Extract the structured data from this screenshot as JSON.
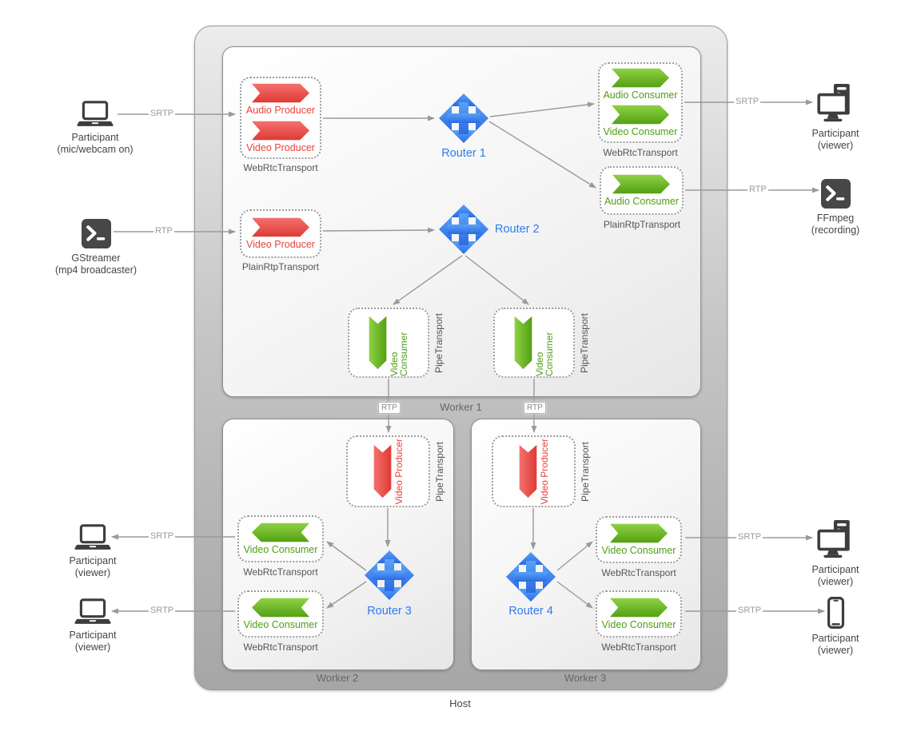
{
  "labels": {
    "host": "Host",
    "worker1": "Worker 1",
    "worker2": "Worker 2",
    "worker3": "Worker 3",
    "router1": "Router 1",
    "router2": "Router 2",
    "router3": "Router 3",
    "router4": "Router 4",
    "srtp": "SRTP",
    "rtp": "RTP"
  },
  "colors": {
    "producer_red": "#E8423E",
    "consumer_green": "#4EA015",
    "router_blue": "#2F7BF0",
    "line_gray": "#9A9A9A"
  },
  "icons": {
    "sender": "laptop-icon",
    "gstreamer": "terminal-icon",
    "viewer_top_right": "desktop-computer-icon",
    "ffmpeg": "terminal-icon",
    "viewer_left_1": "laptop-icon",
    "viewer_left_2": "laptop-icon",
    "viewer_right_desktop": "desktop-computer-icon",
    "viewer_right_phone": "smartphone-icon",
    "router": "four-way-arrow-icon",
    "producer": "producer-banner-arrow-icon",
    "consumer": "consumer-banner-arrow-icon"
  },
  "endpoints": {
    "sender": {
      "line1": "Participant",
      "line2": "(mic/webcam on)"
    },
    "gstreamer": {
      "line1": "GStreamer",
      "line2": "(mp4 broadcaster)"
    },
    "viewer_top_right": {
      "line1": "Participant",
      "line2": "(viewer)"
    },
    "ffmpeg": {
      "line1": "FFmpeg",
      "line2": "(recording)"
    },
    "viewer_left_1": {
      "line1": "Participant",
      "line2": "(viewer)"
    },
    "viewer_left_2": {
      "line1": "Participant",
      "line2": "(viewer)"
    },
    "viewer_right_desktop": {
      "line1": "Participant",
      "line2": "(viewer)"
    },
    "viewer_right_phone": {
      "line1": "Participant",
      "line2": "(viewer)"
    }
  },
  "transports": {
    "t1": {
      "caption": "WebRtcTransport",
      "items": [
        "Audio Producer",
        "Video Producer"
      ]
    },
    "t2": {
      "caption": "PlainRtpTransport",
      "items": [
        "Video Producer"
      ]
    },
    "t3": {
      "caption": "WebRtcTransport",
      "items": [
        "Audio Consumer",
        "Video Consumer"
      ]
    },
    "t4": {
      "caption": "PlainRtpTransport",
      "items": [
        "Audio Consumer"
      ]
    },
    "t5": {
      "caption": "PipeTransport",
      "items": [
        "Video Consumer"
      ]
    },
    "t6": {
      "caption": "PipeTransport",
      "items": [
        "Video Consumer"
      ]
    },
    "t7": {
      "caption": "PipeTransport",
      "items": [
        "Video Producer"
      ]
    },
    "t8": {
      "caption": "PipeTransport",
      "items": [
        "Video Producer"
      ]
    },
    "t9": {
      "caption": "WebRtcTransport",
      "items": [
        "Video Consumer"
      ]
    },
    "t10": {
      "caption": "WebRtcTransport",
      "items": [
        "Video Consumer"
      ]
    },
    "t11": {
      "caption": "WebRtcTransport",
      "items": [
        "Video Consumer"
      ]
    },
    "t12": {
      "caption": "WebRtcTransport",
      "items": [
        "Video Consumer"
      ]
    }
  }
}
